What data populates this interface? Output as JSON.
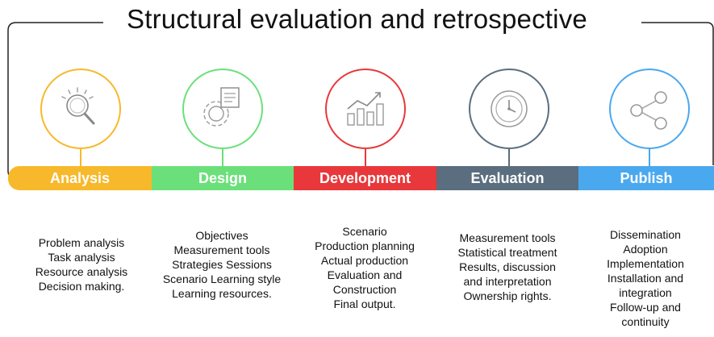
{
  "title": "Structural evaluation and retrospective",
  "stages": [
    {
      "label": "Analysis",
      "color": "#f7b92b",
      "icon": "magnifier-icon",
      "items": [
        "Problem analysis",
        "Task analysis",
        "Resource analysis",
        "Decision making."
      ]
    },
    {
      "label": "Design",
      "color": "#6be07a",
      "icon": "gear-document-icon",
      "items": [
        "Objectives",
        "Measurement tools",
        "Strategies Sessions",
        "Scenario Learning style",
        "Learning resources."
      ]
    },
    {
      "label": "Development",
      "color": "#e8383b",
      "icon": "growth-chart-icon",
      "items": [
        "Scenario",
        "Production planning",
        "Actual production",
        "Evaluation and",
        "Construction",
        "Final output."
      ]
    },
    {
      "label": "Evaluation",
      "color": "#5b6e7f",
      "icon": "clock-icon",
      "items": [
        "Measurement tools",
        "Statistical treatment",
        "Results, discussion",
        "and interpretation",
        "Ownership rights."
      ]
    },
    {
      "label": "Publish",
      "color": "#4aa8ee",
      "icon": "share-icon",
      "items": [
        "Dissemination",
        "Adoption",
        "Implementation",
        "Installation and",
        "integration",
        "Follow-up and",
        "continuity"
      ]
    }
  ]
}
